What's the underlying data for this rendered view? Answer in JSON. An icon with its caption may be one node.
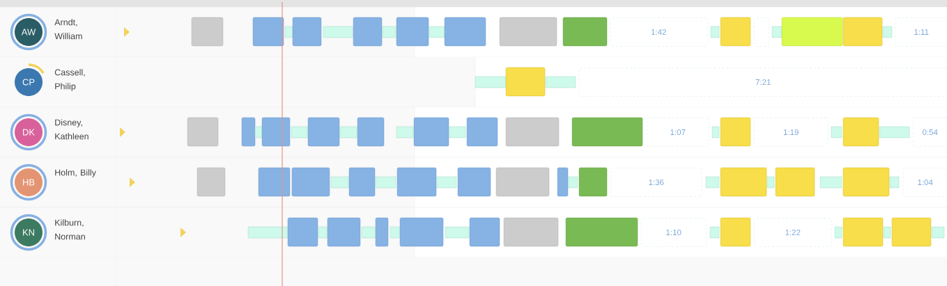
{
  "diagram": {
    "nodes": [
      {
        "text": [
          "AW"
        ],
        "beside": [
          "Arndt, William"
        ]
      },
      {
        "text": [
          "1:42"
        ]
      },
      {
        "text": [],
        "shape": "box"
      },
      {
        "text": [
          "1:11"
        ]
      },
      {
        "text": [
          "CP"
        ],
        "beside": [
          "Cassell, Philip"
        ]
      },
      {
        "text": [
          "7:21"
        ]
      },
      {
        "text": [
          "DK"
        ],
        "beside": [
          "Disney, Kathleen"
        ]
      },
      {
        "text": [
          "1:07"
        ]
      },
      {
        "text": [
          "1:19"
        ]
      },
      {
        "text": [
          "0:54"
        ]
      },
      {
        "text": [
          "HB"
        ],
        "beside": [
          "Holm, Billy"
        ]
      },
      {
        "text": [
          "1:36"
        ]
      },
      {
        "text": [
          "1:04"
        ]
      },
      {
        "text": [
          "KN"
        ],
        "beside": [
          "Kilburn, Norman"
        ]
      },
      {
        "text": [
          "1:10"
        ]
      },
      {
        "text": [
          "1:22"
        ]
      }
    ]
  }
}
